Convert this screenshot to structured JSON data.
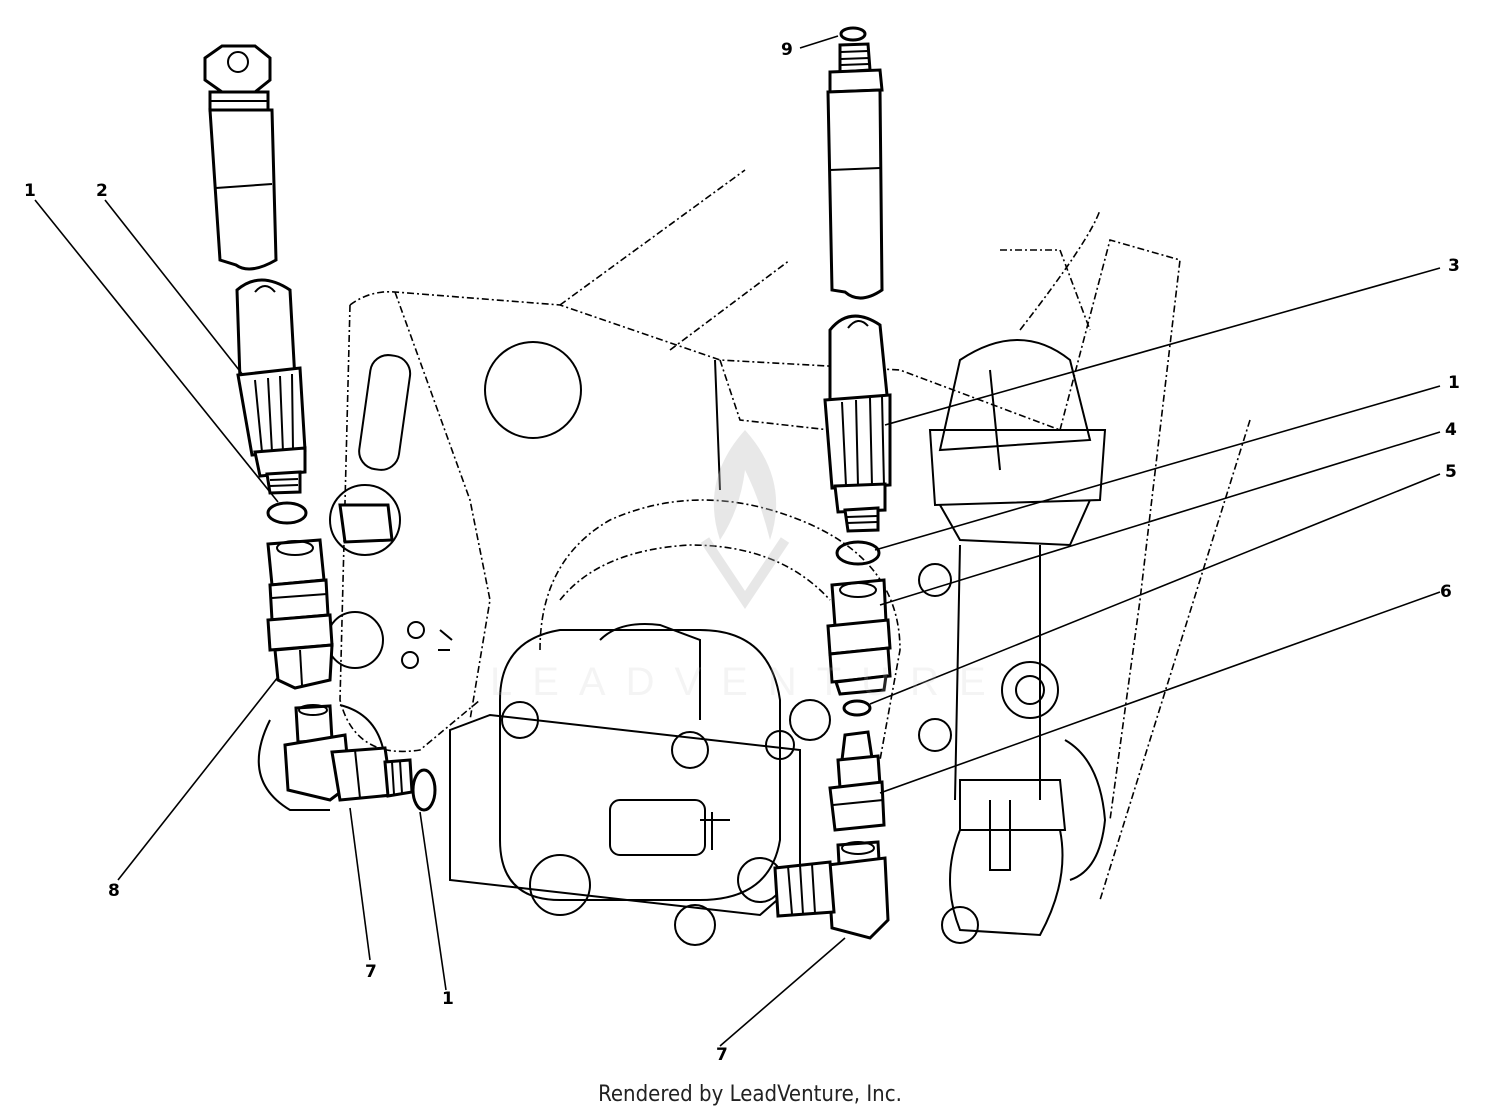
{
  "diagram": {
    "callouts": {
      "c1_left": "1",
      "c2": "2",
      "c3": "3",
      "c1_right": "1",
      "c4": "4",
      "c5": "5",
      "c6": "6",
      "c8": "8",
      "c7_left": "7",
      "c1_bottom": "1",
      "c7_bottom": "7",
      "c9": "9"
    },
    "watermark": "LEADVENTURE"
  },
  "footer": {
    "credit": "Rendered by LeadVenture, Inc."
  }
}
